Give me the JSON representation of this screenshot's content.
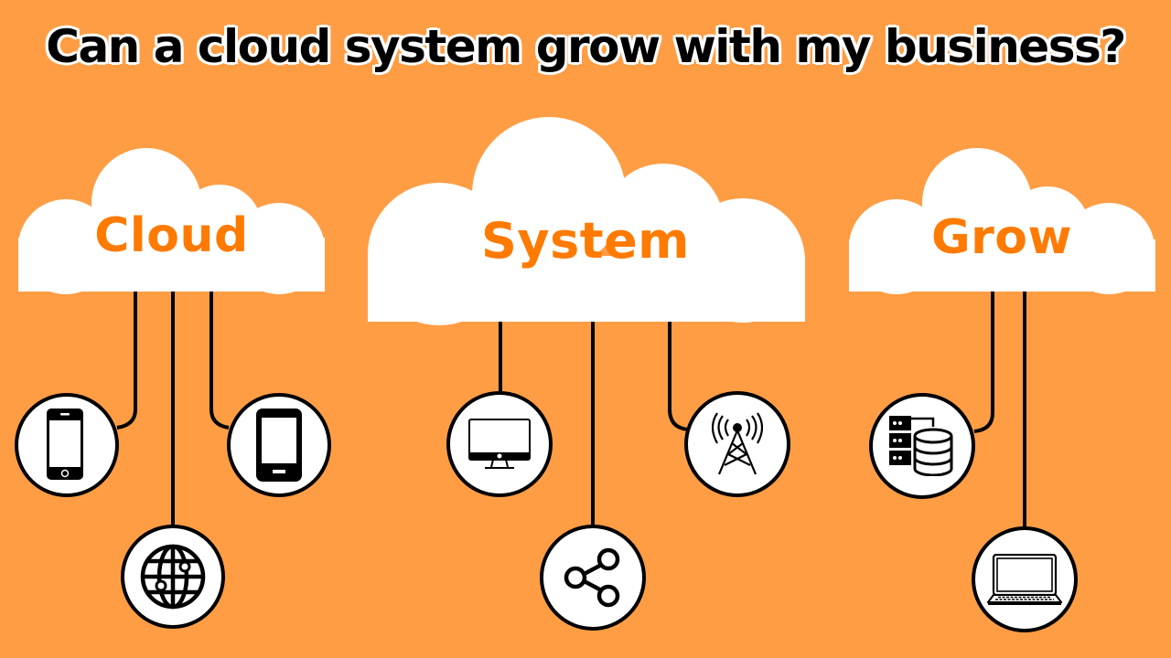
{
  "title": "Can a cloud system grow with my business?",
  "colors": {
    "background": "#FF9D45",
    "cloud_fill": "#FFFFFF",
    "cloud_label": "#FF7A00",
    "line": "#000000"
  },
  "clouds": [
    {
      "label": "Cloud",
      "nodes": [
        {
          "icon": "smartphone-home-button-icon"
        },
        {
          "icon": "globe-network-icon"
        },
        {
          "icon": "smartphone-icon"
        }
      ]
    },
    {
      "label": "System",
      "nodes": [
        {
          "icon": "desktop-monitor-icon"
        },
        {
          "icon": "share-icon"
        },
        {
          "icon": "radio-tower-icon"
        }
      ]
    },
    {
      "label": "Grow",
      "nodes": [
        {
          "icon": "server-database-icon"
        },
        {
          "icon": "laptop-icon"
        }
      ]
    }
  ]
}
